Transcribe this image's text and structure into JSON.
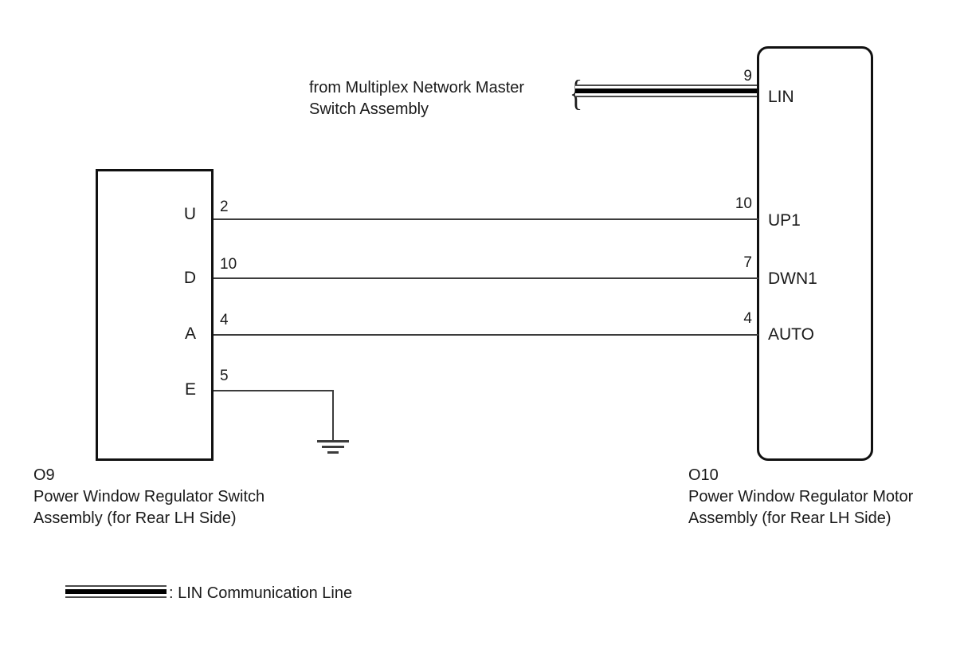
{
  "diagram": {
    "type": "automotive-wiring-diagram",
    "title": "Power Window Regulator Rear LH Wiring",
    "background_color": "#ffffff",
    "line_color": "#3c3c3c",
    "box_border_color": "#111111"
  },
  "left_connector": {
    "code": "O9",
    "name_line1": "Power Window Regulator Switch",
    "name_line2": "Assembly (for Rear LH Side)",
    "shape": "square",
    "pins": [
      {
        "label": "U",
        "terminal": "2"
      },
      {
        "label": "D",
        "terminal": "10"
      },
      {
        "label": "A",
        "terminal": "4"
      },
      {
        "label": "E",
        "terminal": "5"
      }
    ]
  },
  "right_connector": {
    "code": "O10",
    "name_line1": "Power Window Regulator Motor",
    "name_line2": "Assembly (for Rear LH Side)",
    "shape": "rounded",
    "pins": [
      {
        "label": "LIN",
        "terminal": "9"
      },
      {
        "label": "UP1",
        "terminal": "10"
      },
      {
        "label": "DWN1",
        "terminal": "7"
      },
      {
        "label": "AUTO",
        "terminal": "4"
      }
    ]
  },
  "source_note": {
    "line1": "from Multiplex Network Master",
    "line2": "Switch Assembly",
    "brace": "{"
  },
  "connections": [
    {
      "from_pin": "U",
      "from_terminal": "2",
      "to_pin": "UP1",
      "to_terminal": "10",
      "style": "plain"
    },
    {
      "from_pin": "D",
      "from_terminal": "10",
      "to_pin": "DWN1",
      "to_terminal": "7",
      "style": "plain"
    },
    {
      "from_pin": "A",
      "from_terminal": "4",
      "to_pin": "AUTO",
      "to_terminal": "4",
      "style": "plain"
    },
    {
      "from_pin": "E",
      "from_terminal": "5",
      "to_pin": "ground",
      "to_terminal": "",
      "style": "plain"
    },
    {
      "from_pin": "multiplex-network-master-switch",
      "from_terminal": "",
      "to_pin": "LIN",
      "to_terminal": "9",
      "style": "lin"
    }
  ],
  "ground": {
    "symbol": "chassis-ground"
  },
  "legend": {
    "label": ": LIN Communication Line",
    "symbol": "lin-communication-line"
  }
}
